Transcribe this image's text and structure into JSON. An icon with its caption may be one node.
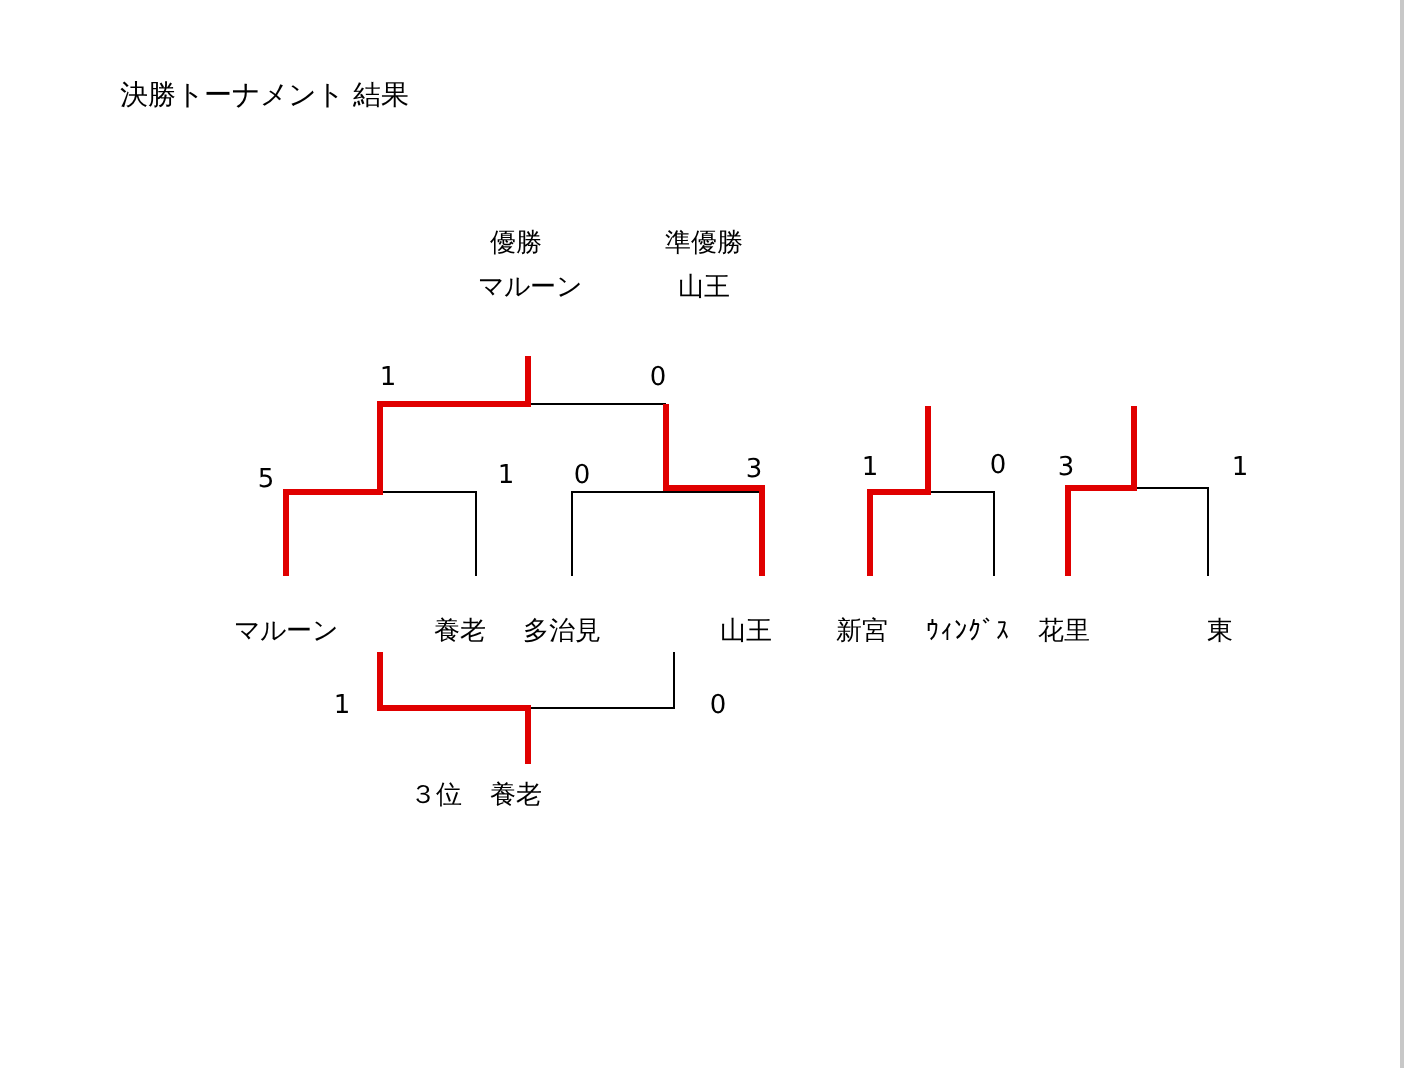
{
  "diagram": {
    "title": "決勝トーナメント 結果",
    "labels": [
      "優勝",
      "準優勝",
      "マルーン",
      "山王",
      "1",
      "0",
      "5",
      "1",
      "0",
      "3",
      "1",
      "0",
      "3",
      "1",
      "マルーン",
      "養老",
      "多治見",
      "山王",
      "新宮",
      "ｳｨﾝｸﾞｽ",
      "花里",
      "東",
      "1",
      "0",
      "３位",
      "養老"
    ]
  }
}
